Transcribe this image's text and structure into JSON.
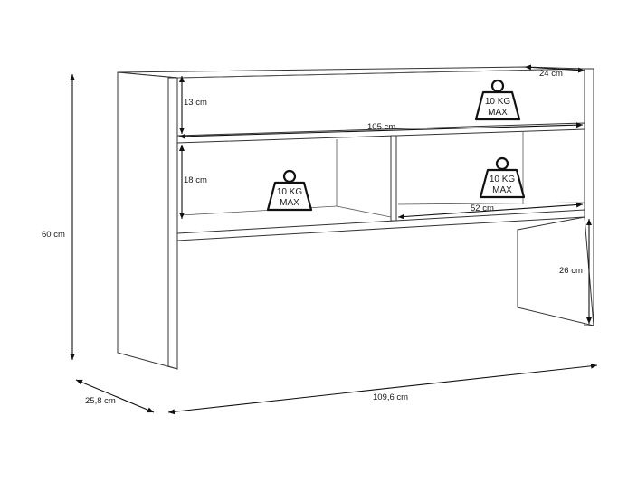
{
  "dimensions": {
    "total_height": "60 cm",
    "depth": "25,8 cm",
    "total_width": "109,6 cm",
    "shelf_depth": "24 cm",
    "inner_width": "105 cm",
    "top_clearance": "13 cm",
    "middle_clearance": "18 cm",
    "compartment_width": "52 cm",
    "leg_height": "26 cm"
  },
  "weight_badges": [
    {
      "line1": "10 KG",
      "line2": "MAX"
    },
    {
      "line1": "10 KG",
      "line2": "MAX"
    },
    {
      "line1": "10 KG",
      "line2": "MAX"
    }
  ]
}
